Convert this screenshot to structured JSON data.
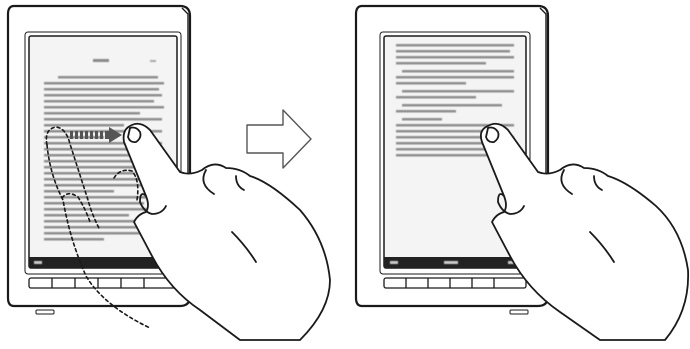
{
  "diagram": {
    "steps": [
      {
        "state": "before",
        "gesture": "swipe-right",
        "screen": "book-page"
      },
      {
        "state": "after",
        "gesture": "tap-hold",
        "screen": "next-page"
      }
    ],
    "transition": "arrow-right"
  },
  "colors": {
    "line": "#1a1a1a",
    "screen": "#f4f4f4",
    "bezel": "#ffffff",
    "text_blur": "#8a8a8a",
    "status_bar": "#222222",
    "arrow_dotted": "#555555"
  },
  "icons": [
    "hand-swipe-icon",
    "hand-touch-icon",
    "arrow-right-icon",
    "dotted-arrow-icon"
  ]
}
